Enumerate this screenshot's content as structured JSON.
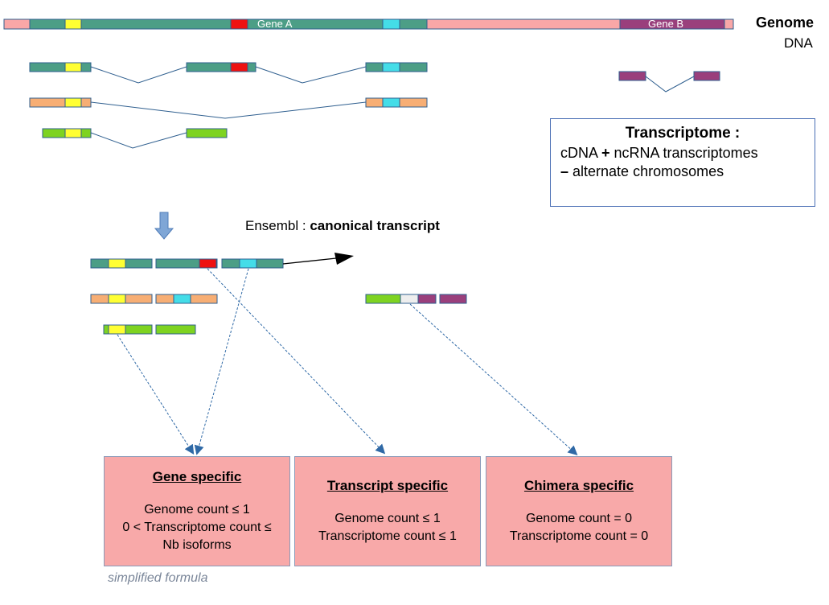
{
  "genome": {
    "title": "Genome",
    "subtitle": "DNA",
    "gene_a_label": "Gene A",
    "gene_b_label": "Gene B"
  },
  "transcriptome": {
    "title": "Transcriptome :",
    "line1_bold_prefix": "cDNA + ",
    "line1_prefix": "cDNA ",
    "line1_plus": "+",
    "line1_rest": " ncRNA transcriptomes",
    "line2_dash": "–",
    "line2_rest": " alternate chromosomes"
  },
  "ensembl": {
    "prefix": "Ensembl : ",
    "bold": "canonical transcript"
  },
  "categories": [
    {
      "title": "Gene specific",
      "lines": [
        "Genome count ≤ 1",
        "0 < Transcriptome count ≤",
        "Nb isoforms"
      ]
    },
    {
      "title": "Transcript specific",
      "lines": [
        "Genome count ≤ 1",
        "Transcriptome count ≤ 1"
      ]
    },
    {
      "title": "Chimera specific",
      "lines": [
        "Genome count = 0",
        "Transcriptome count = 0"
      ]
    }
  ],
  "footnote": "simplified formula",
  "colors": {
    "teal": "#4c9e86",
    "pink": "#f9a7a7",
    "purple": "#9a3f7c",
    "yellow": "#ffff33",
    "red": "#ee1111",
    "cyan": "#44dde8",
    "orange": "#f7ae74",
    "green": "#7ed321",
    "white_exon": "#eeeeee",
    "line_blue": "#2f5f8f",
    "arrow_blue": "#3a6fa8"
  }
}
